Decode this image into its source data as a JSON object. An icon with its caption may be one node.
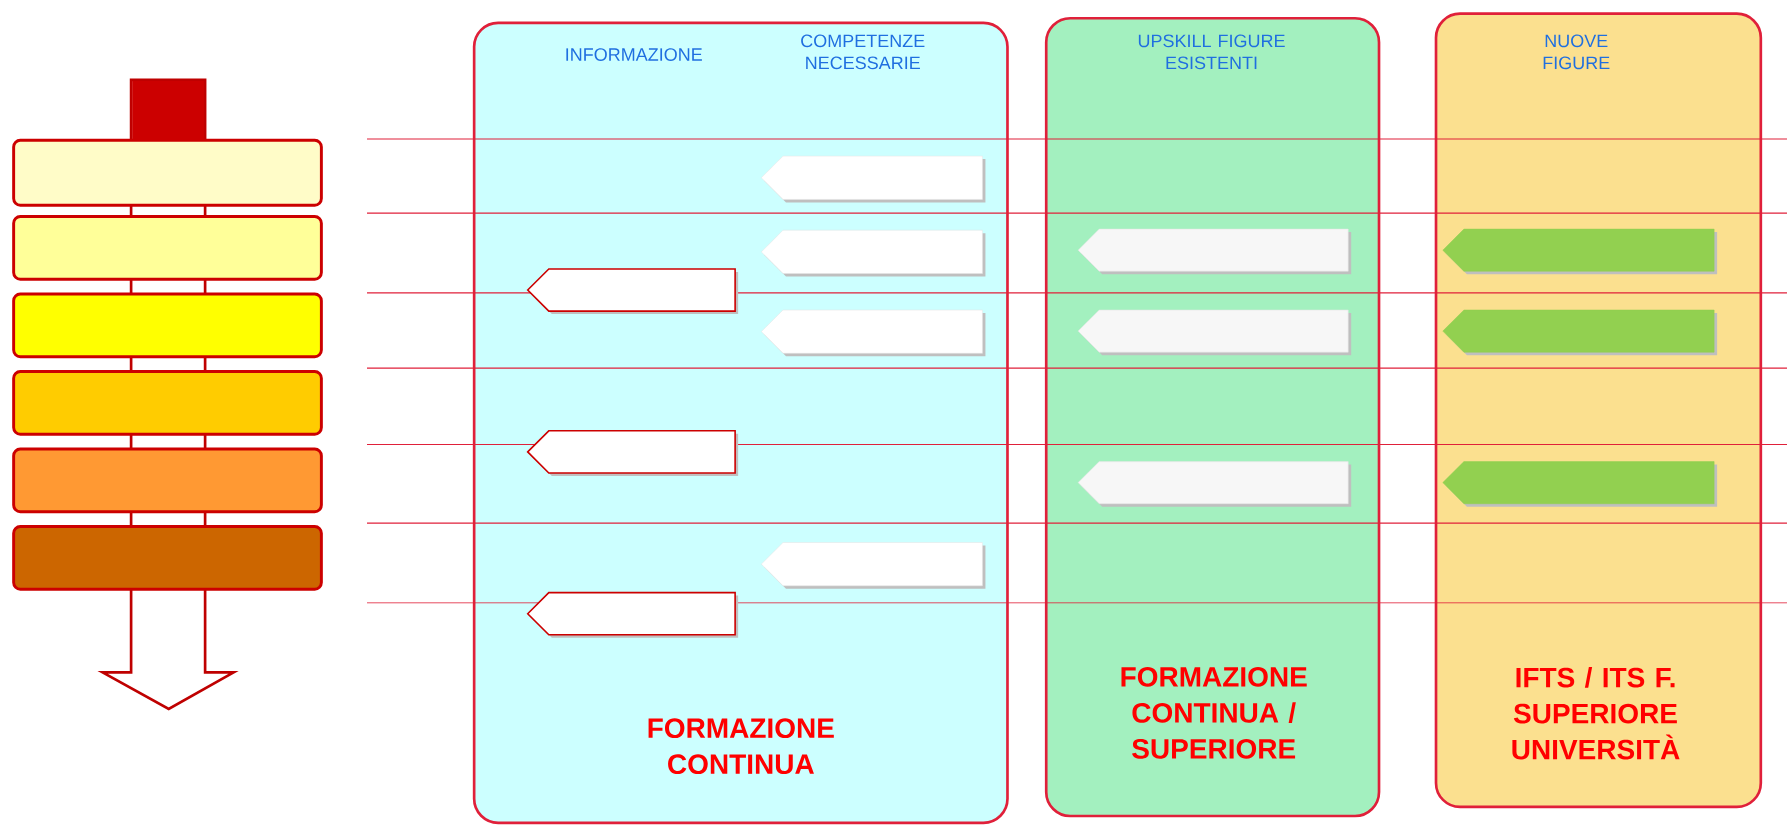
{
  "diagram": {
    "nodes": [
      {
        "text": [],
        "shape": "box"
      },
      {
        "text": [],
        "shape": "box"
      },
      {
        "text": [],
        "shape": "box"
      },
      {
        "text": [],
        "shape": "box"
      },
      {
        "text": [],
        "shape": "box"
      },
      {
        "text": [],
        "shape": "box"
      },
      {
        "text": [
          "INFORMAZIONE",
          "COMPETENZE NECESSARIE",
          "FORMAZIONE CONTINUA"
        ]
      },
      {
        "text": [],
        "shape": "arrow",
        "in": 6
      },
      {
        "text": [],
        "shape": "arrow",
        "in": 6
      },
      {
        "text": [],
        "shape": "arrow",
        "in": 6
      },
      {
        "text": [],
        "shape": "arrow",
        "in": 6
      },
      {
        "text": [],
        "shape": "arrow",
        "in": 6
      },
      {
        "text": [],
        "shape": "arrow",
        "in": 6
      },
      {
        "text": [],
        "shape": "arrow",
        "in": 6
      },
      {
        "text": [
          "UPSKILL FIGURE ESISTENTI",
          "FORMAZIONE CONTINUA / SUPERIORE"
        ]
      },
      {
        "text": [],
        "shape": "arrow",
        "in": 14
      },
      {
        "text": [],
        "shape": "arrow",
        "in": 14
      },
      {
        "text": [],
        "shape": "arrow",
        "in": 14
      },
      {
        "text": [
          "NUOVE FIGURE",
          "IFTS / ITS F. SUPERIORE UNIVERSITÀ"
        ]
      },
      {
        "text": [],
        "shape": "arrow",
        "in": 18
      },
      {
        "text": [],
        "shape": "arrow",
        "in": 18
      },
      {
        "text": [],
        "shape": "arrow",
        "in": 18
      }
    ]
  }
}
